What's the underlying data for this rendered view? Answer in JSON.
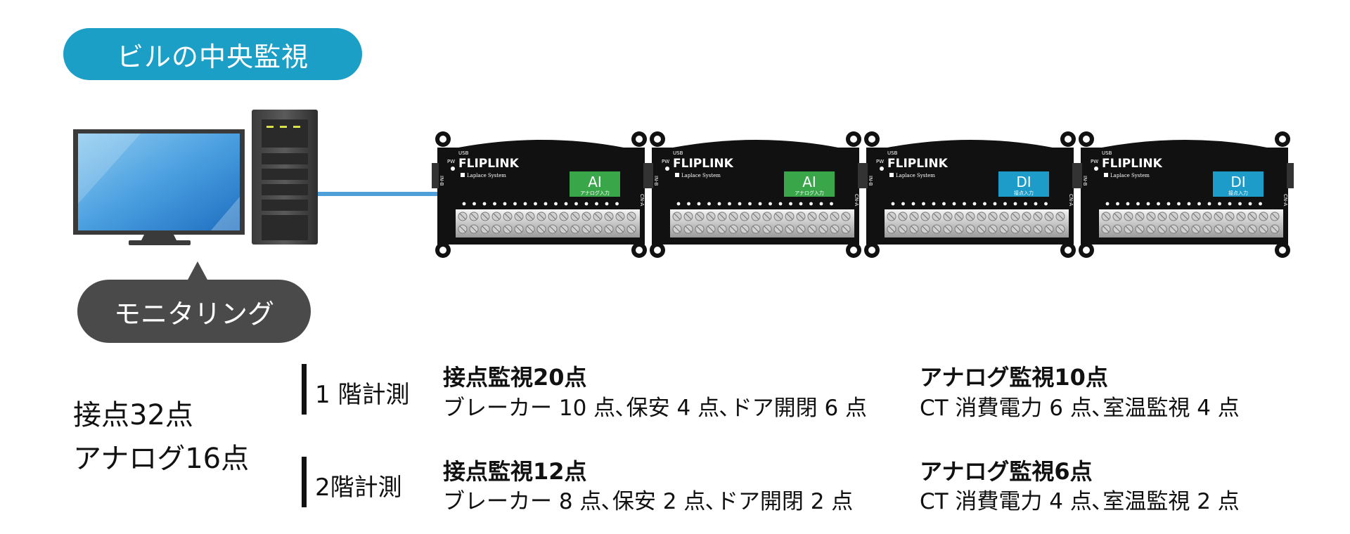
{
  "header": {
    "title": "ビルの中央監視"
  },
  "monitoring_label": "モニタリング",
  "summary": {
    "line1": "接点32点",
    "line2": "アナログ16点"
  },
  "device": {
    "brand": "FLIPLINK",
    "maker": "Laplace System",
    "usb_label": "USB",
    "pw_label": "PW",
    "side_in_label": "IN-B",
    "side_out_label": "CN-A",
    "modules": [
      {
        "code": "AI",
        "sub": "アナログ入力",
        "color": "#3aa64a"
      },
      {
        "code": "AI",
        "sub": "アナログ入力",
        "color": "#3aa64a"
      },
      {
        "code": "DI",
        "sub": "接点入力",
        "color": "#1e9cc9"
      },
      {
        "code": "DI",
        "sub": "接点入力",
        "color": "#1e9cc9"
      }
    ]
  },
  "floors": [
    {
      "label": "1 階計測",
      "contact": {
        "title": "接点監視20点",
        "detail": "ブレーカー 10 点､保安 4 点､ドア開閉 6 点"
      },
      "analog": {
        "title": "アナログ監視10点",
        "detail": "CT 消費電力 6 点､室温監視 4 点"
      }
    },
    {
      "label": "2階計測",
      "contact": {
        "title": "接点監視12点",
        "detail": "ブレーカー 8 点､保安 2 点､ドア開閉 2 点"
      },
      "analog": {
        "title": "アナログ監視6点",
        "detail": "CT 消費電力 4 点､室温監視 2 点"
      }
    }
  ],
  "colors": {
    "accent": "#1b9fc6",
    "bubble": "#4a4a4a",
    "cable": "#4f9fd8",
    "device_body": "#111111",
    "ai_green": "#3aa64a",
    "di_blue": "#1e9cc9"
  }
}
